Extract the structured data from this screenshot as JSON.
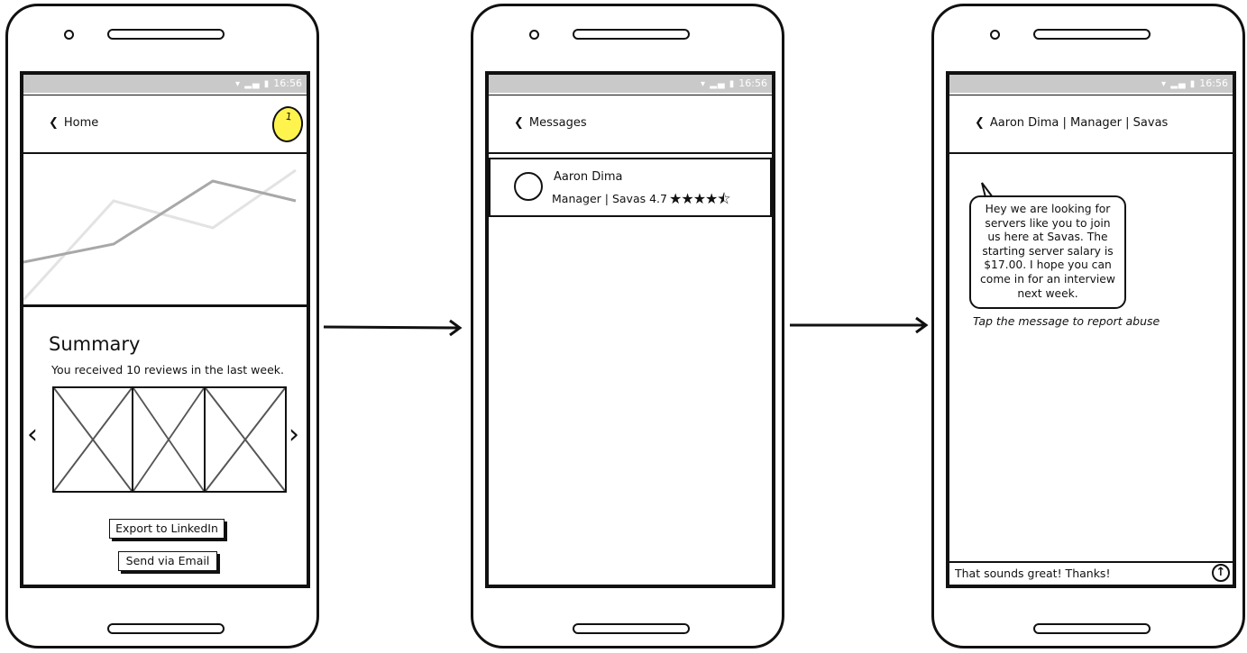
{
  "status_bar": {
    "icons": "wifi signal battery",
    "time": "16:56"
  },
  "screen1": {
    "back_label": "Home",
    "notification_count": "1",
    "summary_title": "Summary",
    "summary_text": "You received 10 reviews in the last week.",
    "export_button": "Export to LinkedIn",
    "email_button": "Send via Email",
    "carousel_prev": "‹",
    "carousel_next": "›"
  },
  "screen2": {
    "back_label": "Messages",
    "message_name": "Aaron Dima",
    "message_role": "Manager | Savas 4.7",
    "rating_stars": "★★★★⯪"
  },
  "screen3": {
    "back_label": "Aaron Dima | Manager | Savas",
    "message": "Hey we are looking for servers like you to join us here at Savas. The starting server salary is $17.00. I hope you can come in for an interview next week.",
    "hint": "Tap the message to report abuse",
    "reply_value": "That sounds great! Thanks!",
    "send_icon": "↑"
  },
  "icons": {
    "back": "chevron-left-icon",
    "send": "arrow-up-circle-icon",
    "flow_arrow": "arrow-right-icon"
  }
}
